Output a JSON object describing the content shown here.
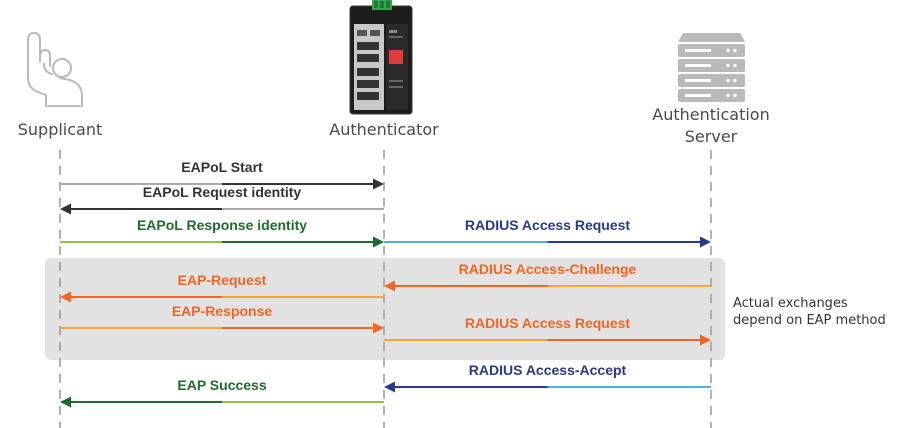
{
  "actors": {
    "supplicant": "Supplicant",
    "authenticator": "Authenticator",
    "server_line1": "Authentication",
    "server_line2": "Server"
  },
  "note": {
    "line1": "Actual exchanges",
    "line2": "depend on EAP method"
  },
  "messages": [
    {
      "label": "EAPoL Start",
      "from": "supplicant",
      "to": "authenticator",
      "label_color": "#333333",
      "line_start": "#aaaaaa",
      "line_end": "#333333"
    },
    {
      "label": "EAPoL Request identity",
      "from": "authenticator",
      "to": "supplicant",
      "label_color": "#333333",
      "line_start": "#aaaaaa",
      "line_end": "#333333"
    },
    {
      "label": "EAPoL Response identity",
      "from": "supplicant",
      "to": "authenticator",
      "label_color": "#1e6b2f",
      "line_start": "#8cc63f",
      "line_end": "#1e6b2f"
    },
    {
      "label": "RADIUS Access Request",
      "from": "authenticator",
      "to": "server",
      "label_color": "#283a8c",
      "line_start": "#4fb0d8",
      "line_end": "#283a8c"
    },
    {
      "label": "RADIUS Access-Challenge",
      "from": "server",
      "to": "authenticator",
      "label_color": "#f26522",
      "line_start": "#f7a831",
      "line_end": "#f26522"
    },
    {
      "label": "EAP-Request",
      "from": "authenticator",
      "to": "supplicant",
      "label_color": "#f26522",
      "line_start": "#f7a831",
      "line_end": "#f26522"
    },
    {
      "label": "EAP-Response",
      "from": "supplicant",
      "to": "authenticator",
      "label_color": "#f26522",
      "line_start": "#f7a831",
      "line_end": "#f26522"
    },
    {
      "label": "RADIUS Access Request",
      "from": "authenticator",
      "to": "server",
      "label_color": "#f26522",
      "line_start": "#f7a831",
      "line_end": "#f26522"
    },
    {
      "label": "RADIUS Access-Accept",
      "from": "server",
      "to": "authenticator",
      "label_color": "#283a8c",
      "line_start": "#4fb0d8",
      "line_end": "#283a8c"
    },
    {
      "label": "EAP Success",
      "from": "authenticator",
      "to": "supplicant",
      "label_color": "#1e6b2f",
      "line_start": "#8cc63f",
      "line_end": "#1e6b2f"
    }
  ],
  "colors": {
    "lifeline": "#9a9a9a",
    "shaded_region": "#e2e2e2",
    "icon_gray": "#b9b9b9"
  },
  "icons": {
    "supplicant": "user-hand-icon",
    "authenticator": "industrial-switch-icon",
    "server": "server-rack-icon"
  }
}
